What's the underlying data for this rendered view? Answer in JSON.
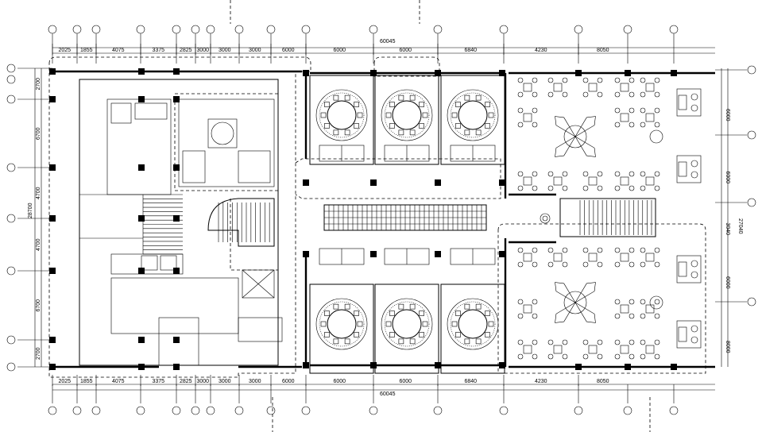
{
  "top_dims": [
    "2025",
    "1855",
    "4075",
    "3375",
    "2825",
    "3000",
    "3000",
    "3000",
    "6000",
    "6000",
    "6000",
    "6840",
    "4230",
    "8050"
  ],
  "bottom_dims": [
    "2025",
    "1855",
    "4075",
    "3375",
    "2825",
    "3000",
    "3000",
    "3000",
    "6000",
    "6000",
    "6000",
    "6840",
    "4230",
    "8050"
  ],
  "top_total": "60045",
  "bottom_total": "60045",
  "left_dims": [
    "2700",
    "6700",
    "4700",
    "4700",
    "6700",
    "2700"
  ],
  "left_total": "28700",
  "right_dims": [
    "6000",
    "6000",
    "3040",
    "6000",
    "8000"
  ],
  "right_total": "27040",
  "colors": {
    "line": "#000000",
    "background": "#ffffff"
  }
}
